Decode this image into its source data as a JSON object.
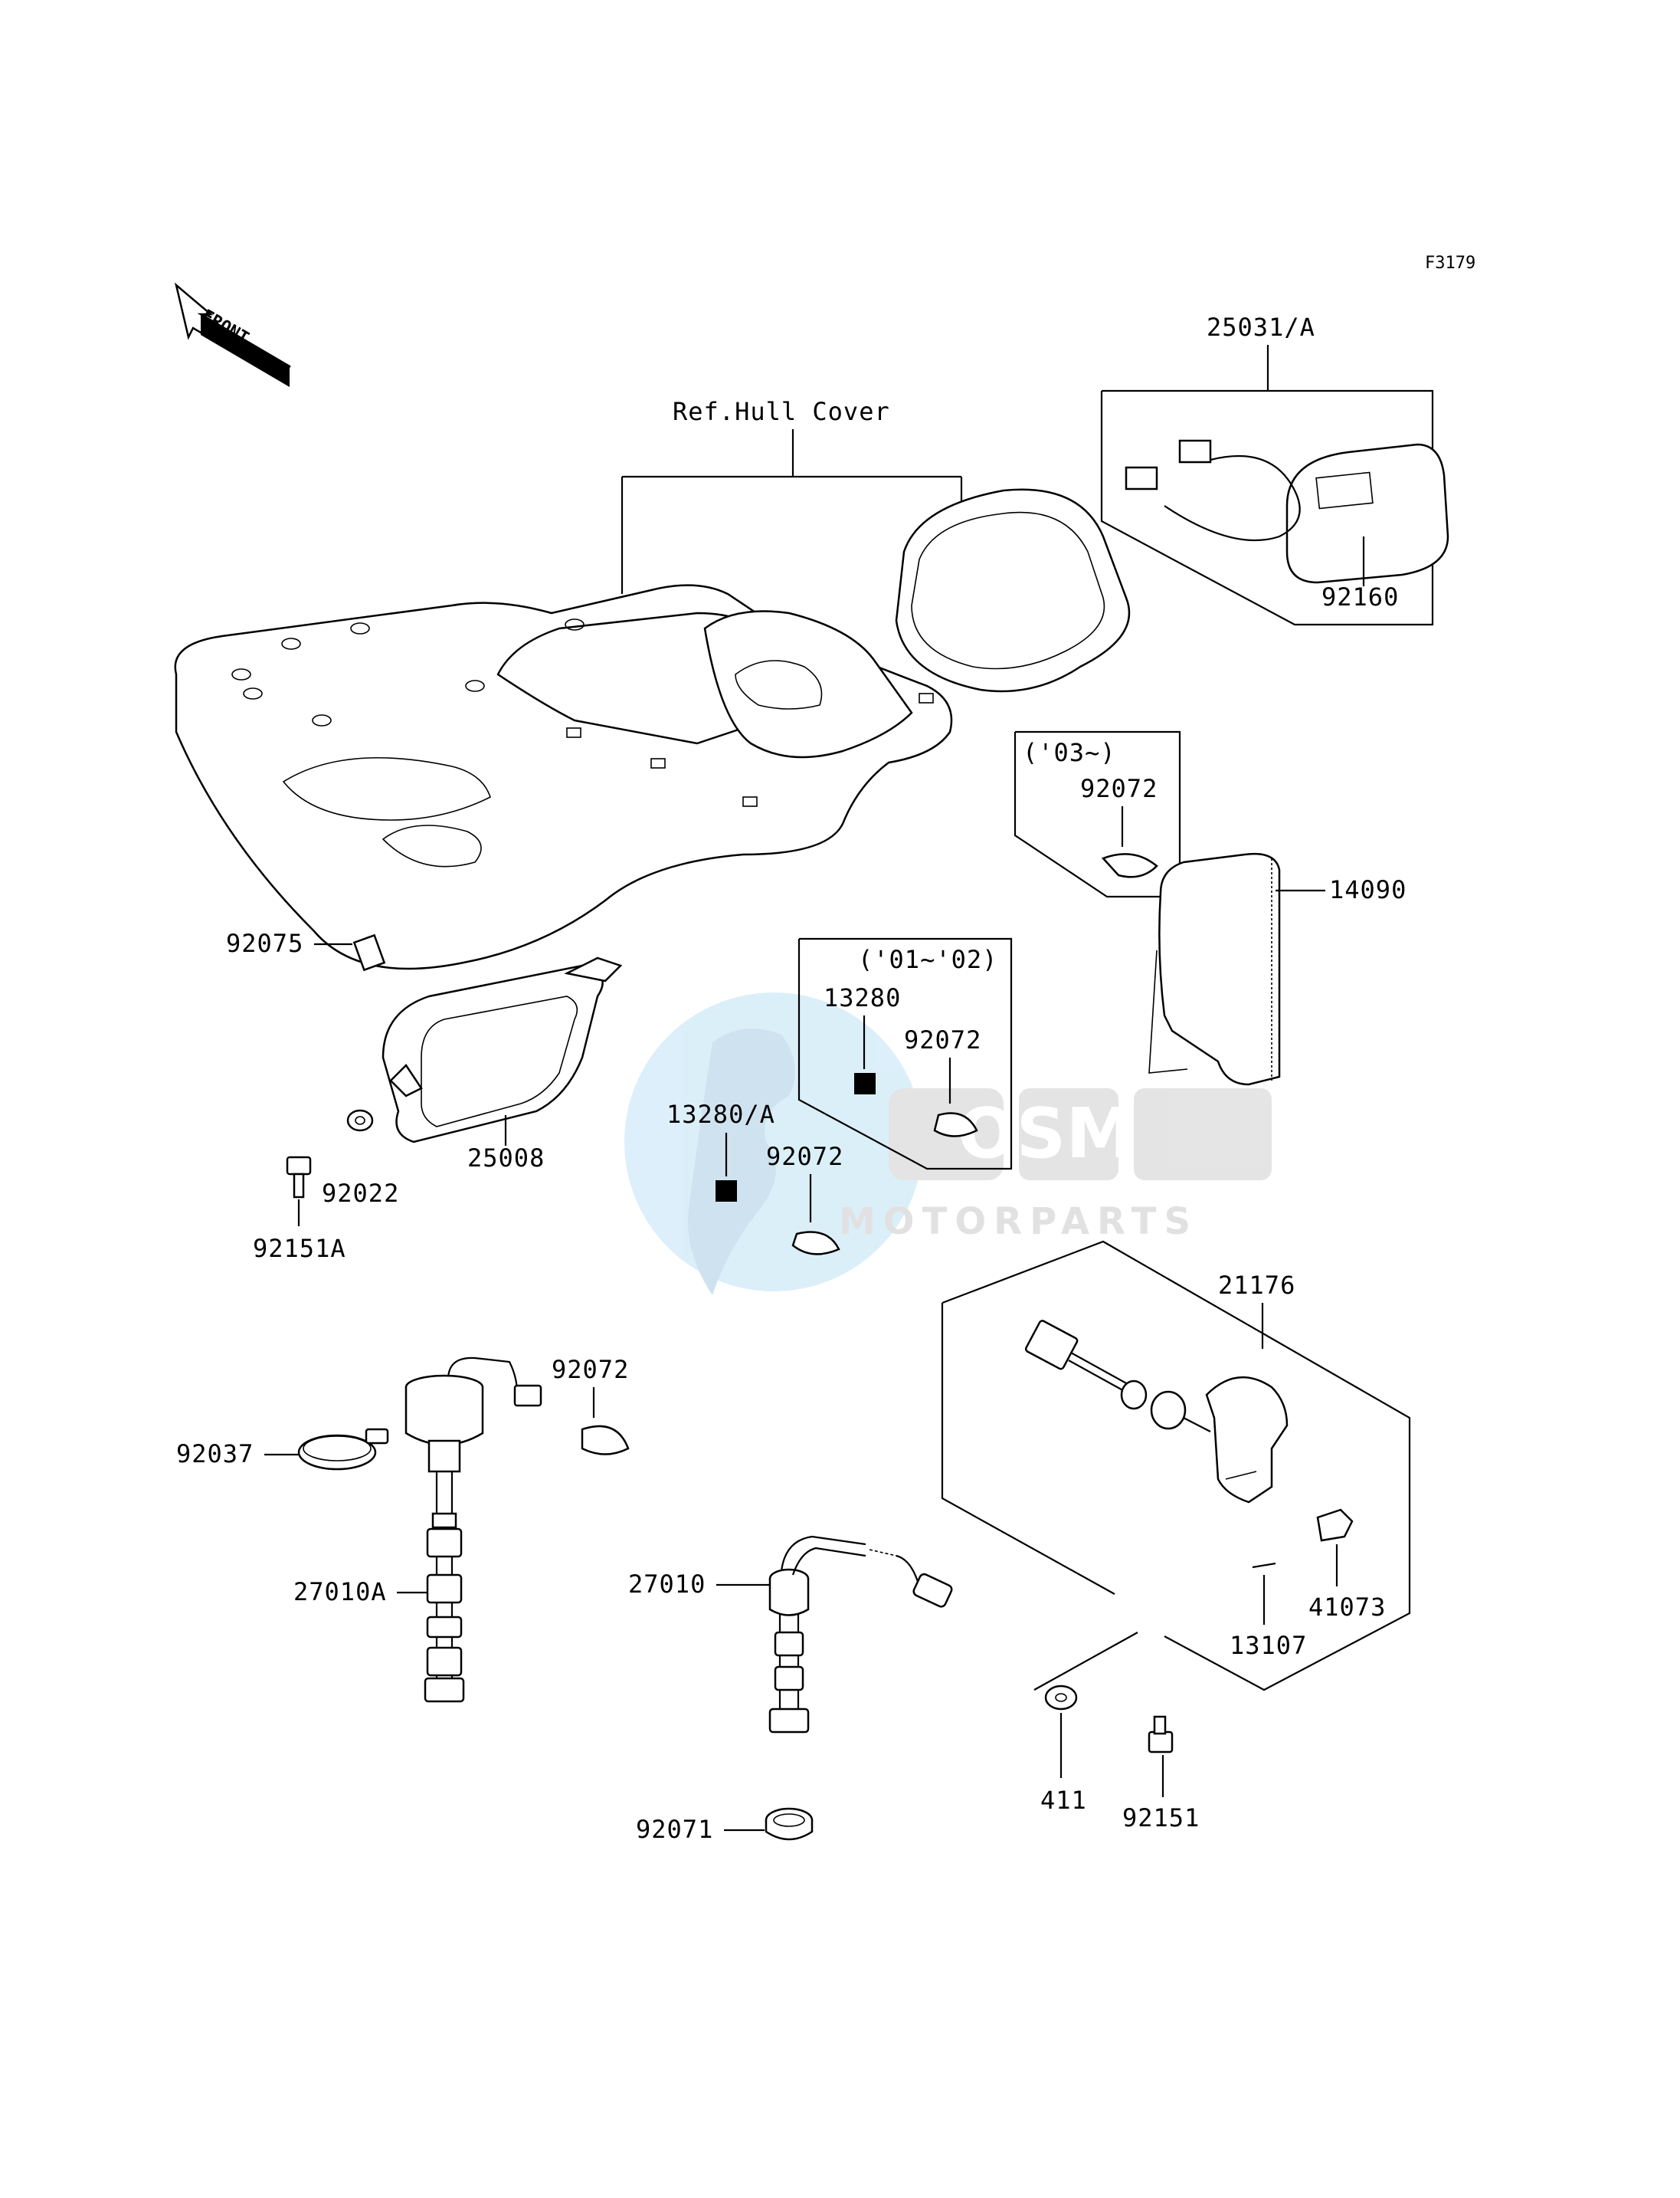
{
  "figure_code": "F3179",
  "front_label": "FRONT",
  "watermark": {
    "brand": "OSM",
    "sub": "MOTORPARTS"
  },
  "ref_label": "Ref.Hull Cover",
  "date_notes": {
    "note_03": "('03~)",
    "note_01_02": "('01~'02)"
  },
  "callouts": {
    "p25031A": "25031/A",
    "p92160": "92160",
    "p92072_a": "92072",
    "p14090": "14090",
    "p92075": "92075",
    "p25008": "25008",
    "p92022": "92022",
    "p92151A": "92151A",
    "p13280": "13280",
    "p92072_b": "92072",
    "p13280A": "13280/A",
    "p92072_c": "92072",
    "p21176": "21176",
    "p92072_d": "92072",
    "p92037": "92037",
    "p27010A": "27010A",
    "p27010": "27010",
    "p41073": "41073",
    "p13107": "13107",
    "p411": "411",
    "p92151": "92151",
    "p92071": "92071"
  }
}
